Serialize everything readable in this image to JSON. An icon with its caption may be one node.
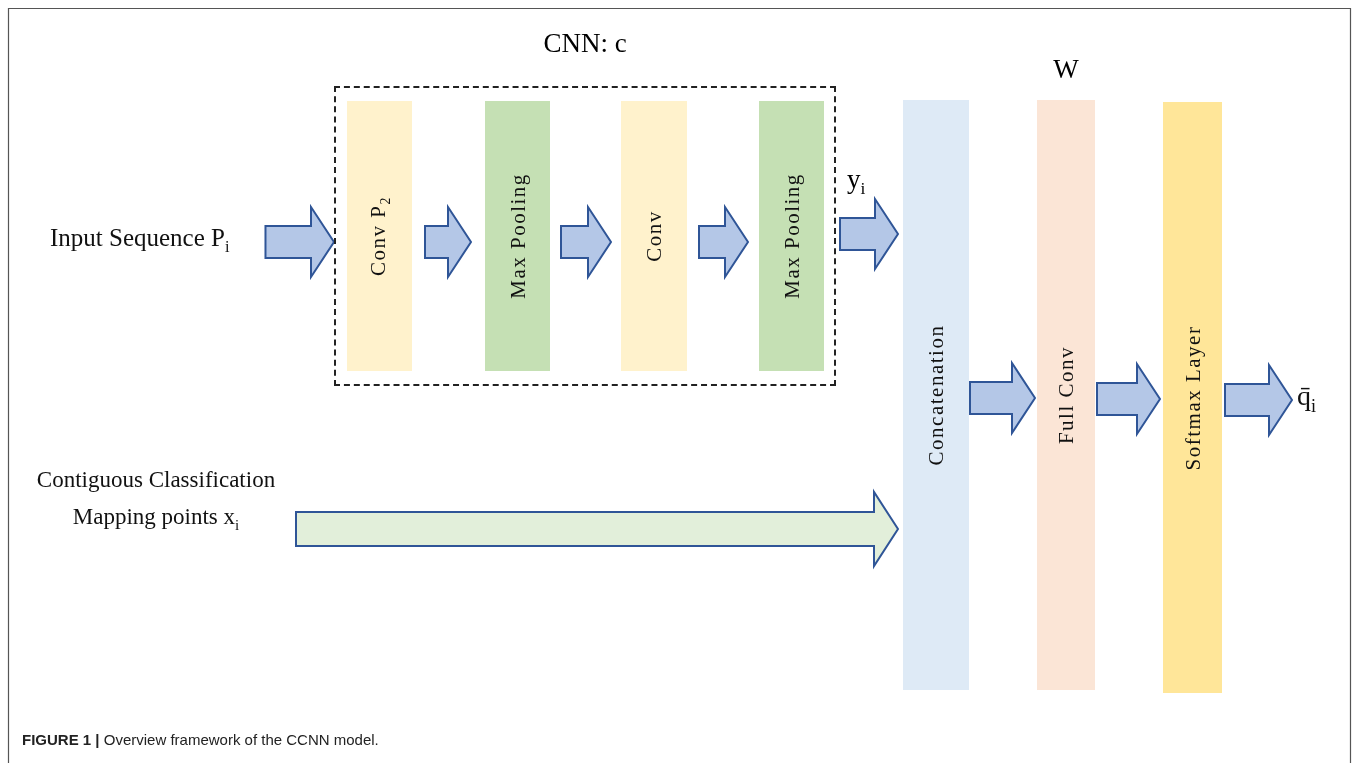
{
  "diagram": {
    "caption": "**FIGURE 1 |** Overview framework of the CCNN model.",
    "nodes": [
      {
        "text": [
          "CNN: c"
        ]
      },
      {
        "text": [
          "Conv P$_{2}$"
        ],
        "in": 0
      },
      {
        "text": [
          "Max Pooling"
        ],
        "in": 0
      },
      {
        "text": [
          "Conv"
        ],
        "in": 0
      },
      {
        "text": [
          "Max Pooling"
        ],
        "in": 0
      },
      {
        "text": [
          "Input Sequence P$_{i}$"
        ]
      },
      {
        "text": [
          "Concatenation"
        ]
      },
      {
        "text": [
          "Full Conv"
        ],
        "beside": [
          "W"
        ]
      },
      {
        "text": [
          "Softmax Layer"
        ]
      },
      {
        "text": [
          "Contiguous Classification Mapping points x$_{i}$"
        ]
      },
      {
        "text": [
          "q̄$_{i}$"
        ]
      }
    ],
    "edges": [
      {
        "from": 5,
        "to": 0,
        "arrow": "to"
      },
      {
        "from": 1,
        "to": 2,
        "arrow": "to"
      },
      {
        "from": 2,
        "to": 3,
        "arrow": "to"
      },
      {
        "from": 3,
        "to": 4,
        "arrow": "to"
      },
      {
        "from": 0,
        "to": 6,
        "arrow": "to",
        "label": "y$_{i}$"
      },
      {
        "from": 9,
        "to": 6,
        "arrow": "to",
        "color": "#e2efda"
      },
      {
        "from": 6,
        "to": 7,
        "arrow": "to"
      },
      {
        "from": 7,
        "to": 8,
        "arrow": "to"
      },
      {
        "from": 8,
        "to": 10,
        "arrow": "to"
      }
    ]
  }
}
